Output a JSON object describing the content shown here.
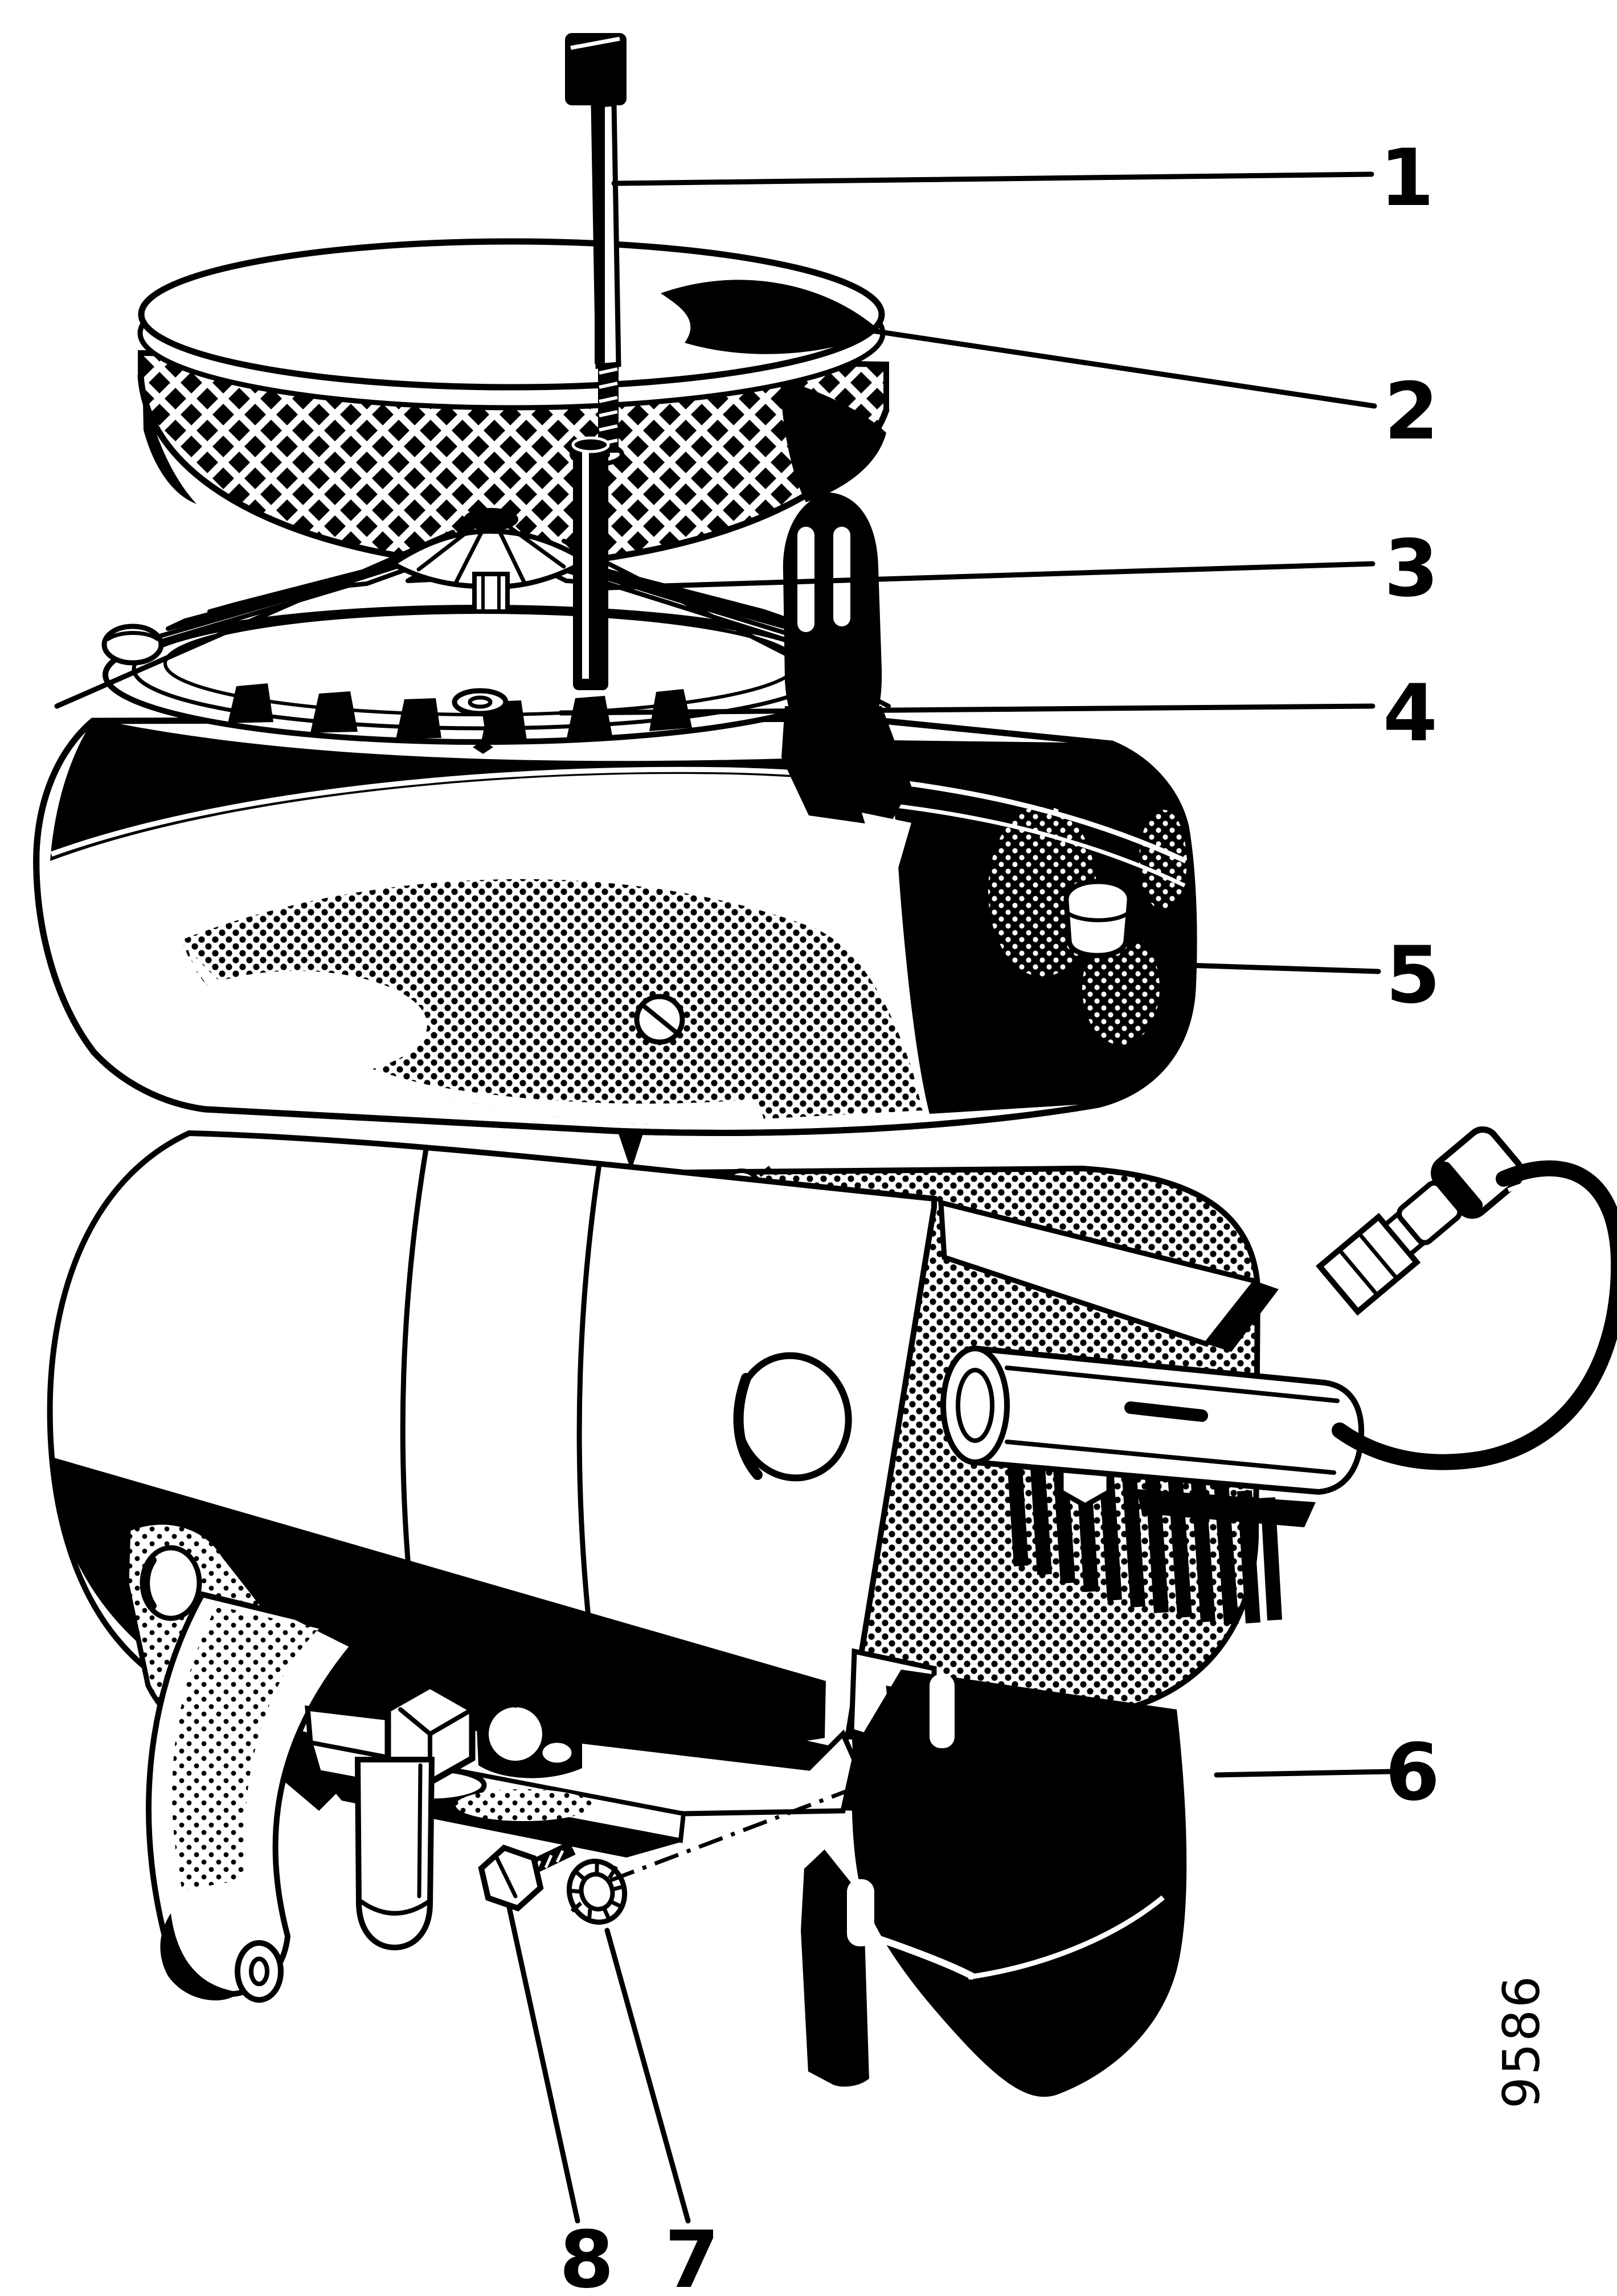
{
  "figure": {
    "description": "Exploded-view engine service diagram",
    "ink_color": "#000000",
    "paper_color": "#ffffff",
    "figure_number": "9586",
    "callouts": [
      {
        "id": 1,
        "label": "1"
      },
      {
        "id": 2,
        "label": "2"
      },
      {
        "id": 3,
        "label": "3"
      },
      {
        "id": 4,
        "label": "4"
      },
      {
        "id": 5,
        "label": "5"
      },
      {
        "id": 6,
        "label": "6"
      },
      {
        "id": 7,
        "label": "7"
      },
      {
        "id": 8,
        "label": "8"
      }
    ]
  }
}
